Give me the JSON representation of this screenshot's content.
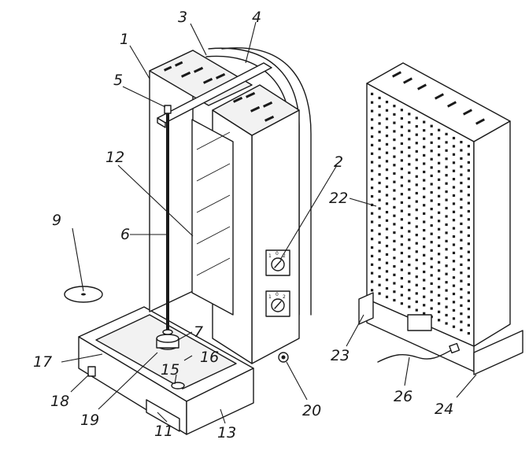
{
  "callouts": [
    {
      "id": "c1",
      "text": "1"
    },
    {
      "id": "c2",
      "text": "2"
    },
    {
      "id": "c3",
      "text": "3"
    },
    {
      "id": "c4",
      "text": "4"
    },
    {
      "id": "c5",
      "text": "5"
    },
    {
      "id": "c6",
      "text": "6"
    },
    {
      "id": "c7",
      "text": "7"
    },
    {
      "id": "c9",
      "text": "9"
    },
    {
      "id": "c11",
      "text": "11"
    },
    {
      "id": "c12",
      "text": "12"
    },
    {
      "id": "c13",
      "text": "13"
    },
    {
      "id": "c15",
      "text": "15"
    },
    {
      "id": "c16",
      "text": "16"
    },
    {
      "id": "c17",
      "text": "17"
    },
    {
      "id": "c18",
      "text": "18"
    },
    {
      "id": "c19",
      "text": "19"
    },
    {
      "id": "c20",
      "text": "20"
    },
    {
      "id": "c22",
      "text": "22"
    },
    {
      "id": "c23",
      "text": "23"
    },
    {
      "id": "c24",
      "text": "24"
    },
    {
      "id": "c26",
      "text": "26"
    }
  ],
  "knob_marks": {
    "off": "0",
    "one": "1",
    "two": "2"
  }
}
